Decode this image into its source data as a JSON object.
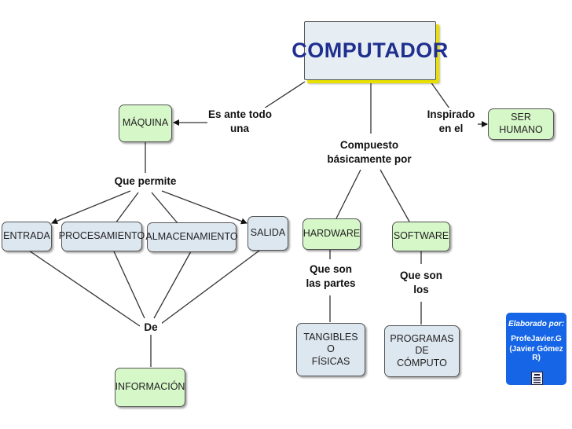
{
  "title": "COMPUTADOR",
  "nodes": {
    "maquina": "MÁQUINA",
    "ser_humano": "SER HUMANO",
    "entrada": "ENTRADA",
    "procesamiento": "PROCESAMIENTO",
    "almacenamiento": "ALMACENAMIENTO",
    "salida": "SALIDA",
    "hardware": "HARDWARE",
    "software": "SOFTWARE",
    "tangibles_1": "TANGIBLES O",
    "tangibles_2": "FÍSICAS",
    "programas_1": "PROGRAMAS DE",
    "programas_2": "CÓMPUTO",
    "informacion": "INFORMACIÓN"
  },
  "links": {
    "es_ante_todo_1": "Es ante todo",
    "es_ante_todo_2": "una",
    "inspirado_1": "Inspirado",
    "inspirado_2": "en el",
    "compuesto_1": "Compuesto",
    "compuesto_2": "básicamente por",
    "que_permite": "Que permite",
    "que_son_partes_1": "Que son",
    "que_son_partes_2": "las partes",
    "que_son_los_1": "Que son",
    "que_son_los_2": "los",
    "de": "De"
  },
  "credit": {
    "label": "Elaborado por:",
    "name": "ProfeJavier.G",
    "fullname": "(Javier Gómez R)"
  },
  "colors": {
    "concept_green": "#d6f7c8",
    "concept_blue": "#dde7f0",
    "title_text": "#1f2f8f",
    "title_shadow": "#e8e000",
    "credit_bg": "#1565e6"
  }
}
